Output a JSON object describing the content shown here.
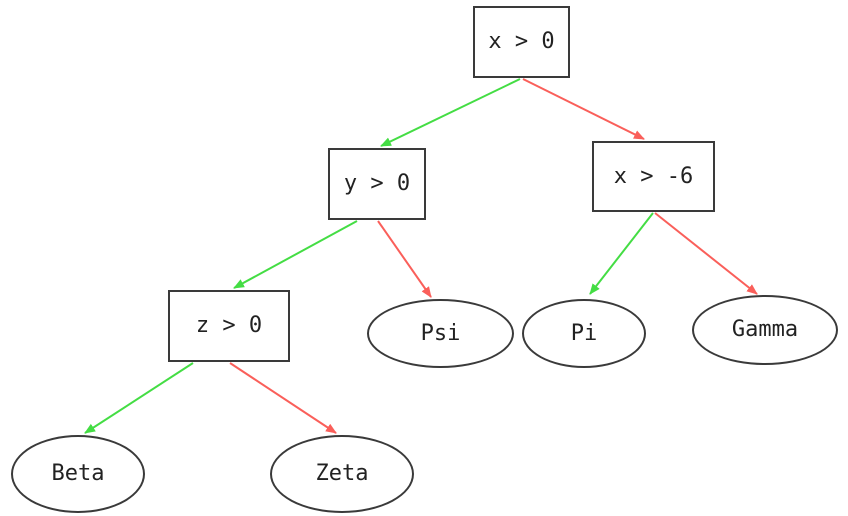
{
  "diagram": {
    "type": "decision-tree",
    "background": "#ffffff",
    "colors": {
      "node_border": "#3a3a3a",
      "node_fill": "#ffffff",
      "label_text": "#222222",
      "true_branch": "#44dd44",
      "false_branch": "#fa5f5a"
    },
    "nodes": {
      "root": {
        "label": "x > 0",
        "shape": "box"
      },
      "y_check": {
        "label": "y > 0",
        "shape": "box"
      },
      "x_check": {
        "label": "x > -6",
        "shape": "box"
      },
      "z_check": {
        "label": "z > 0",
        "shape": "box"
      },
      "psi": {
        "label": "Psi",
        "shape": "ellipse"
      },
      "pi": {
        "label": "Pi",
        "shape": "ellipse"
      },
      "gamma": {
        "label": "Gamma",
        "shape": "ellipse"
      },
      "beta": {
        "label": "Beta",
        "shape": "ellipse"
      },
      "zeta": {
        "label": "Zeta",
        "shape": "ellipse"
      }
    },
    "edges": [
      {
        "from": "x > 0",
        "to": "y > 0",
        "branch": "true",
        "color": "green"
      },
      {
        "from": "x > 0",
        "to": "x > -6",
        "branch": "false",
        "color": "red"
      },
      {
        "from": "y > 0",
        "to": "z > 0",
        "branch": "true",
        "color": "green"
      },
      {
        "from": "y > 0",
        "to": "Psi",
        "branch": "false",
        "color": "red"
      },
      {
        "from": "x > -6",
        "to": "Pi",
        "branch": "true",
        "color": "green"
      },
      {
        "from": "x > -6",
        "to": "Gamma",
        "branch": "false",
        "color": "red"
      },
      {
        "from": "z > 0",
        "to": "Beta",
        "branch": "true",
        "color": "green"
      },
      {
        "from": "z > 0",
        "to": "Zeta",
        "branch": "false",
        "color": "red"
      }
    ]
  }
}
